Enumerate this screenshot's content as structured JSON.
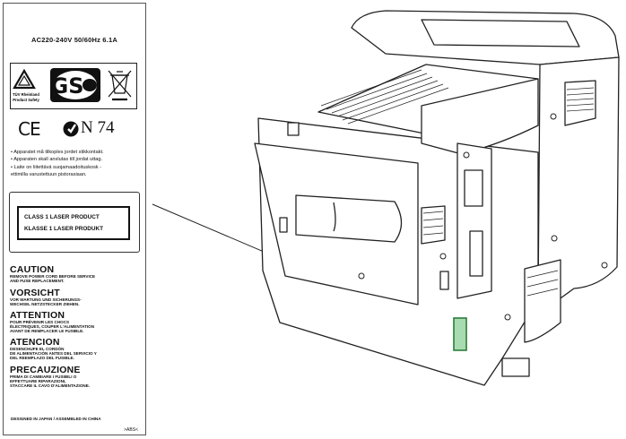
{
  "label": {
    "power_rating": "AC220-240V   50/60Hz   6.1A",
    "tuv_text": [
      "TÜV Rheinland",
      "Product Safety"
    ],
    "gs_mark": "GS",
    "ce_mark": "CE",
    "n_mark": "N 74",
    "warnings": [
      "• Apparatet må tilkoples jordet stikkontakt.",
      "• Apparaten skall anslutas till jordat uttag.",
      "• Laite on liitettävä suojamaadoituskosk -",
      "   ettimilla varustettuun pistorasiaan."
    ],
    "laser": [
      "CLASS 1 LASER PRODUCT",
      "KLASSE 1 LASER PRODUKT"
    ],
    "cautions": [
      {
        "heading": "CAUTION",
        "lines": [
          "REMOVE POWER CORD BEFORE SERVICE",
          "AND FUSE REPLACEMENT."
        ]
      },
      {
        "heading": "VORSICHT",
        "lines": [
          "VOR WARTUNG UND SICHERUNGS-",
          "WECHSEL NETZSTECKER ZIEHEN."
        ]
      },
      {
        "heading": "ATTENTION",
        "lines": [
          "POUR PRÉVENIR LES CHOCS",
          "ÉLECTRIQUES, COUPER L'ALIMENTATION",
          "AVANT DE REMPLACER LE FUSIBLE."
        ]
      },
      {
        "heading": "ATENCION",
        "lines": [
          "DESENCHUFE EL CORDÓN",
          "DE ALIMENTACIÓN ANTES DEL SERVICIO Y",
          "DEL REEMPLAZO DEL FUSIBLE."
        ]
      },
      {
        "heading": "PRECAUZIONE",
        "lines": [
          "PRIMA DI CAMBIARE I FUSIBILI O",
          "EFFETTUARE RIPARAZIONI,",
          "STACCARE IL CAVO D'ALIMENTAZIONE."
        ]
      }
    ],
    "footer": "DESIGNED IN JAPAN / ASSEMBLED IN CHINA",
    "code": ">ABS<"
  }
}
